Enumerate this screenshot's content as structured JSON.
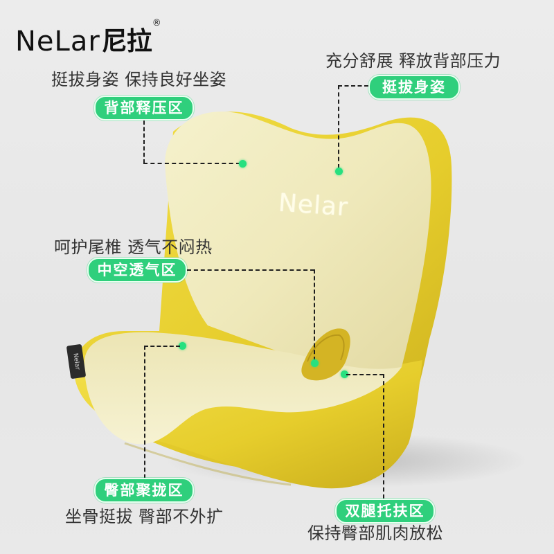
{
  "brand": {
    "latin": "NeLar",
    "chinese": "尼拉",
    "registered_mark": "®"
  },
  "product": {
    "cushion_logo": "Nelar",
    "side_tag": "Nelar",
    "colors": {
      "outer_shell": "#e9d232",
      "inner_cushion": "#f1ecbf",
      "accent_green": "#2fcf7c",
      "background": "#e9e9e9"
    }
  },
  "callouts": [
    {
      "id": "back-relief",
      "caption": "挺拔身姿 保持良好坐姿",
      "label": "背部释压区"
    },
    {
      "id": "posture",
      "caption": "充分舒展 释放背部压力",
      "label": "挺拔身姿"
    },
    {
      "id": "hollow-vent",
      "caption": "呵护尾椎 透气不闷热",
      "label": "中空透气区"
    },
    {
      "id": "hip-gather",
      "caption": "坐骨挺拔 臀部不外扩",
      "label": "臀部聚拢区"
    },
    {
      "id": "leg-support",
      "caption": "保持臀部肌肉放松",
      "label": "双腿托扶区"
    }
  ]
}
